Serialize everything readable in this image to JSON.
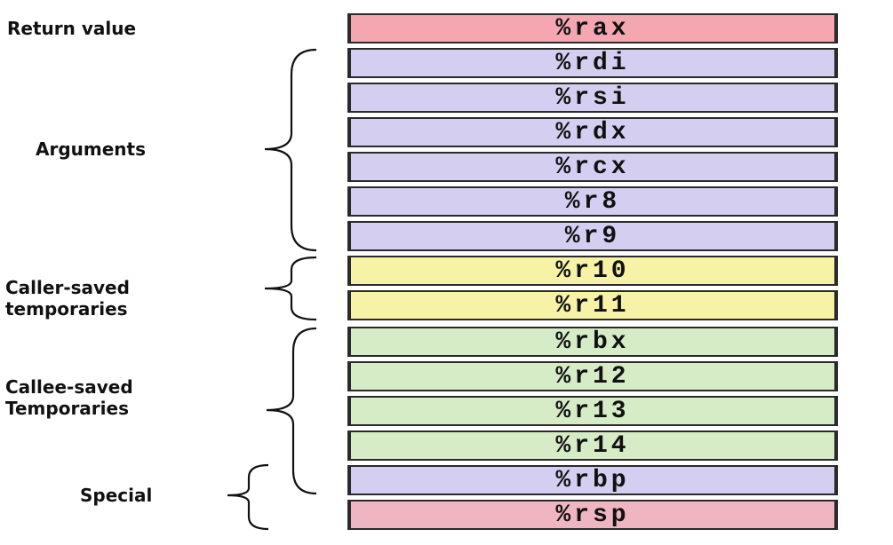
{
  "labels": {
    "return_value": "Return value",
    "arguments": "Arguments",
    "caller_saved": [
      "Caller-saved",
      "temporaries"
    ],
    "callee_saved": [
      "Callee-saved",
      "Temporaries"
    ],
    "special": "Special"
  },
  "registers": [
    {
      "name": "%rax",
      "color": "#f4a7b1"
    },
    {
      "name": "%rdi",
      "color": "#d4cef0"
    },
    {
      "name": "%rsi",
      "color": "#d4cef0"
    },
    {
      "name": "%rdx",
      "color": "#d4cef0"
    },
    {
      "name": "%rcx",
      "color": "#d4cef0"
    },
    {
      "name": "%r8",
      "color": "#d4cef0"
    },
    {
      "name": "%r9",
      "color": "#d4cef0"
    },
    {
      "name": "%r10",
      "color": "#f6f3a6"
    },
    {
      "name": "%r11",
      "color": "#f6f3a6"
    },
    {
      "name": "%rbx",
      "color": "#d6ecc6"
    },
    {
      "name": "%r12",
      "color": "#d6ecc6"
    },
    {
      "name": "%r13",
      "color": "#d6ecc6"
    },
    {
      "name": "%r14",
      "color": "#d6ecc6"
    },
    {
      "name": "%rbp",
      "color": "#d4cef0"
    },
    {
      "name": "%rsp",
      "color": "#efb6c1"
    }
  ]
}
